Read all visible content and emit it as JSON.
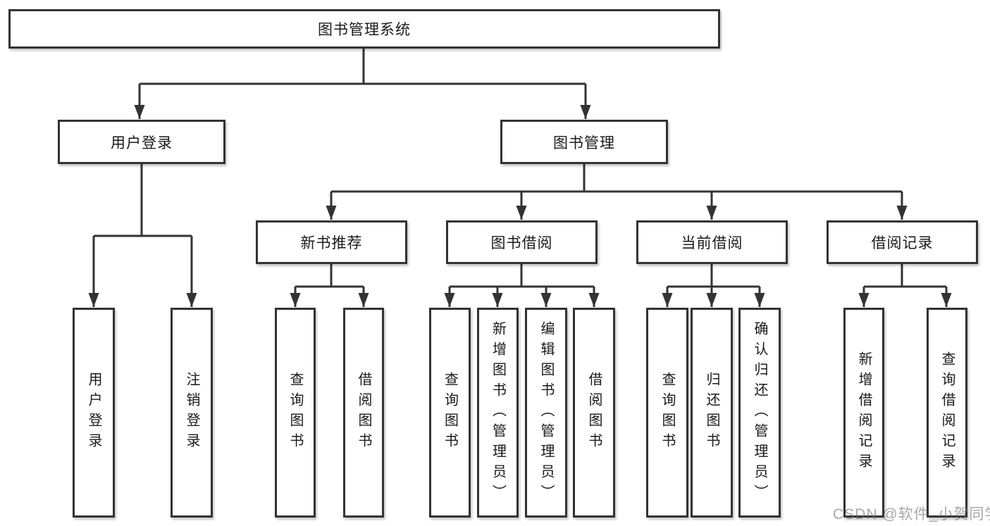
{
  "tree": {
    "label": "图书管理系统",
    "children": [
      {
        "label": "用户登录",
        "children": [
          {
            "label": "用户登录"
          },
          {
            "label": "注销登录"
          }
        ]
      },
      {
        "label": "图书管理",
        "children": [
          {
            "label": "新书推荐",
            "children": [
              {
                "label": "查询图书"
              },
              {
                "label": "借阅图书"
              }
            ]
          },
          {
            "label": "图书借阅",
            "children": [
              {
                "label": "查询图书"
              },
              {
                "label": "新增图书（管理员）"
              },
              {
                "label": "编辑图书（管理员）"
              },
              {
                "label": "借阅图书"
              }
            ]
          },
          {
            "label": "当前借阅",
            "children": [
              {
                "label": "查询图书"
              },
              {
                "label": "归还图书"
              },
              {
                "label": "确认归还（管理员）"
              }
            ]
          },
          {
            "label": "借阅记录",
            "children": [
              {
                "label": "新增借阅记录"
              },
              {
                "label": "查询借阅记录"
              }
            ]
          }
        ]
      }
    ]
  },
  "watermark": {
    "text": "CSDN @软件_小贺同学"
  },
  "colors": {
    "line": "#333333",
    "box_border": "#333333",
    "box_fill": "#ffffff",
    "text": "#1a1a1a",
    "background": "#ffffff",
    "watermark": "#6e6e6e"
  }
}
